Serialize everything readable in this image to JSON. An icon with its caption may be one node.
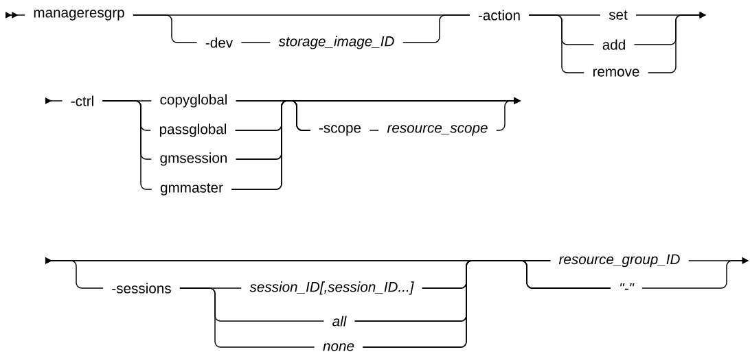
{
  "diagram": {
    "nodes": [
      {
        "text": [
          "manageresgrp"
        ]
      },
      {
        "text": [
          "-dev"
        ]
      },
      {
        "text": [
          "storage_image_ID"
        ]
      },
      {
        "text": [
          "-action"
        ]
      },
      {
        "text": [
          "set"
        ]
      },
      {
        "text": [
          "add"
        ]
      },
      {
        "text": [
          "remove"
        ]
      },
      {
        "text": [
          "-ctrl"
        ]
      },
      {
        "text": [
          "copyglobal"
        ]
      },
      {
        "text": [
          "passglobal"
        ]
      },
      {
        "text": [
          "gmsession"
        ]
      },
      {
        "text": [
          "gmmaster"
        ]
      },
      {
        "text": [
          "-scope"
        ]
      },
      {
        "text": [
          "resource_scope"
        ]
      },
      {
        "text": [
          "-sessions"
        ]
      },
      {
        "text": [
          "session_ID[,session_ID...]"
        ]
      },
      {
        "text": [
          "all"
        ]
      },
      {
        "text": [
          "none"
        ]
      },
      {
        "text": [
          "resource_group_ID"
        ]
      },
      {
        "text": [
          "\"-\""
        ]
      }
    ],
    "edges": [
      {
        "from": null,
        "to": 0,
        "arrow": "to"
      },
      {
        "from": 0,
        "to": 1,
        "arrow": "none"
      },
      {
        "from": 1,
        "to": 2,
        "arrow": "none"
      },
      {
        "from": 2,
        "to": 3,
        "arrow": "none"
      },
      {
        "from": 0,
        "to": 3,
        "arrow": "none"
      },
      {
        "from": 3,
        "to": 4,
        "arrow": "none"
      },
      {
        "from": 3,
        "to": 5,
        "arrow": "none"
      },
      {
        "from": 3,
        "to": 6,
        "arrow": "none"
      },
      {
        "from": 4,
        "to": null,
        "arrow": "to"
      },
      {
        "from": 5,
        "to": null,
        "arrow": "to"
      },
      {
        "from": 6,
        "to": null,
        "arrow": "to"
      },
      {
        "from": null,
        "to": 7,
        "arrow": "to"
      },
      {
        "from": 7,
        "to": 8,
        "arrow": "none"
      },
      {
        "from": 7,
        "to": 9,
        "arrow": "none"
      },
      {
        "from": 7,
        "to": 10,
        "arrow": "none"
      },
      {
        "from": 7,
        "to": 11,
        "arrow": "none"
      },
      {
        "from": 8,
        "to": null,
        "arrow": "to"
      },
      {
        "from": 9,
        "to": null,
        "arrow": "to"
      },
      {
        "from": 10,
        "to": null,
        "arrow": "to"
      },
      {
        "from": 11,
        "to": null,
        "arrow": "to"
      },
      {
        "from": 8,
        "to": 12,
        "arrow": "none"
      },
      {
        "from": 9,
        "to": 12,
        "arrow": "none"
      },
      {
        "from": 10,
        "to": 12,
        "arrow": "none"
      },
      {
        "from": 11,
        "to": 12,
        "arrow": "none"
      },
      {
        "from": 12,
        "to": 13,
        "arrow": "none"
      },
      {
        "from": 13,
        "to": null,
        "arrow": "to"
      },
      {
        "from": null,
        "to": 14,
        "arrow": "to"
      },
      {
        "from": null,
        "to": 18,
        "arrow": "to"
      },
      {
        "from": null,
        "to": 19,
        "arrow": "to"
      },
      {
        "from": 14,
        "to": 15,
        "arrow": "none"
      },
      {
        "from": 14,
        "to": 16,
        "arrow": "none"
      },
      {
        "from": 14,
        "to": 17,
        "arrow": "none"
      },
      {
        "from": 15,
        "to": 18,
        "arrow": "none"
      },
      {
        "from": 15,
        "to": 19,
        "arrow": "none"
      },
      {
        "from": 16,
        "to": 18,
        "arrow": "none"
      },
      {
        "from": 16,
        "to": 19,
        "arrow": "none"
      },
      {
        "from": 17,
        "to": 18,
        "arrow": "none"
      },
      {
        "from": 17,
        "to": 19,
        "arrow": "none"
      },
      {
        "from": 18,
        "to": null,
        "arrow": "to"
      },
      {
        "from": 19,
        "to": null,
        "arrow": "to"
      }
    ]
  }
}
